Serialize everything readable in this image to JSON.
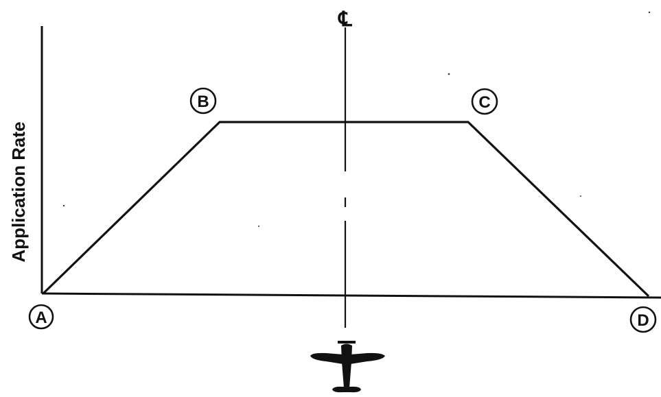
{
  "diagram": {
    "y_axis_label": "Application Rate",
    "centerline_symbol": "℄",
    "points": {
      "a": "A",
      "b": "B",
      "c": "C",
      "d": "D"
    },
    "aircraft_icon": "airplane-top-view-icon"
  },
  "colors": {
    "ink": "#111111",
    "background": "#ffffff"
  }
}
